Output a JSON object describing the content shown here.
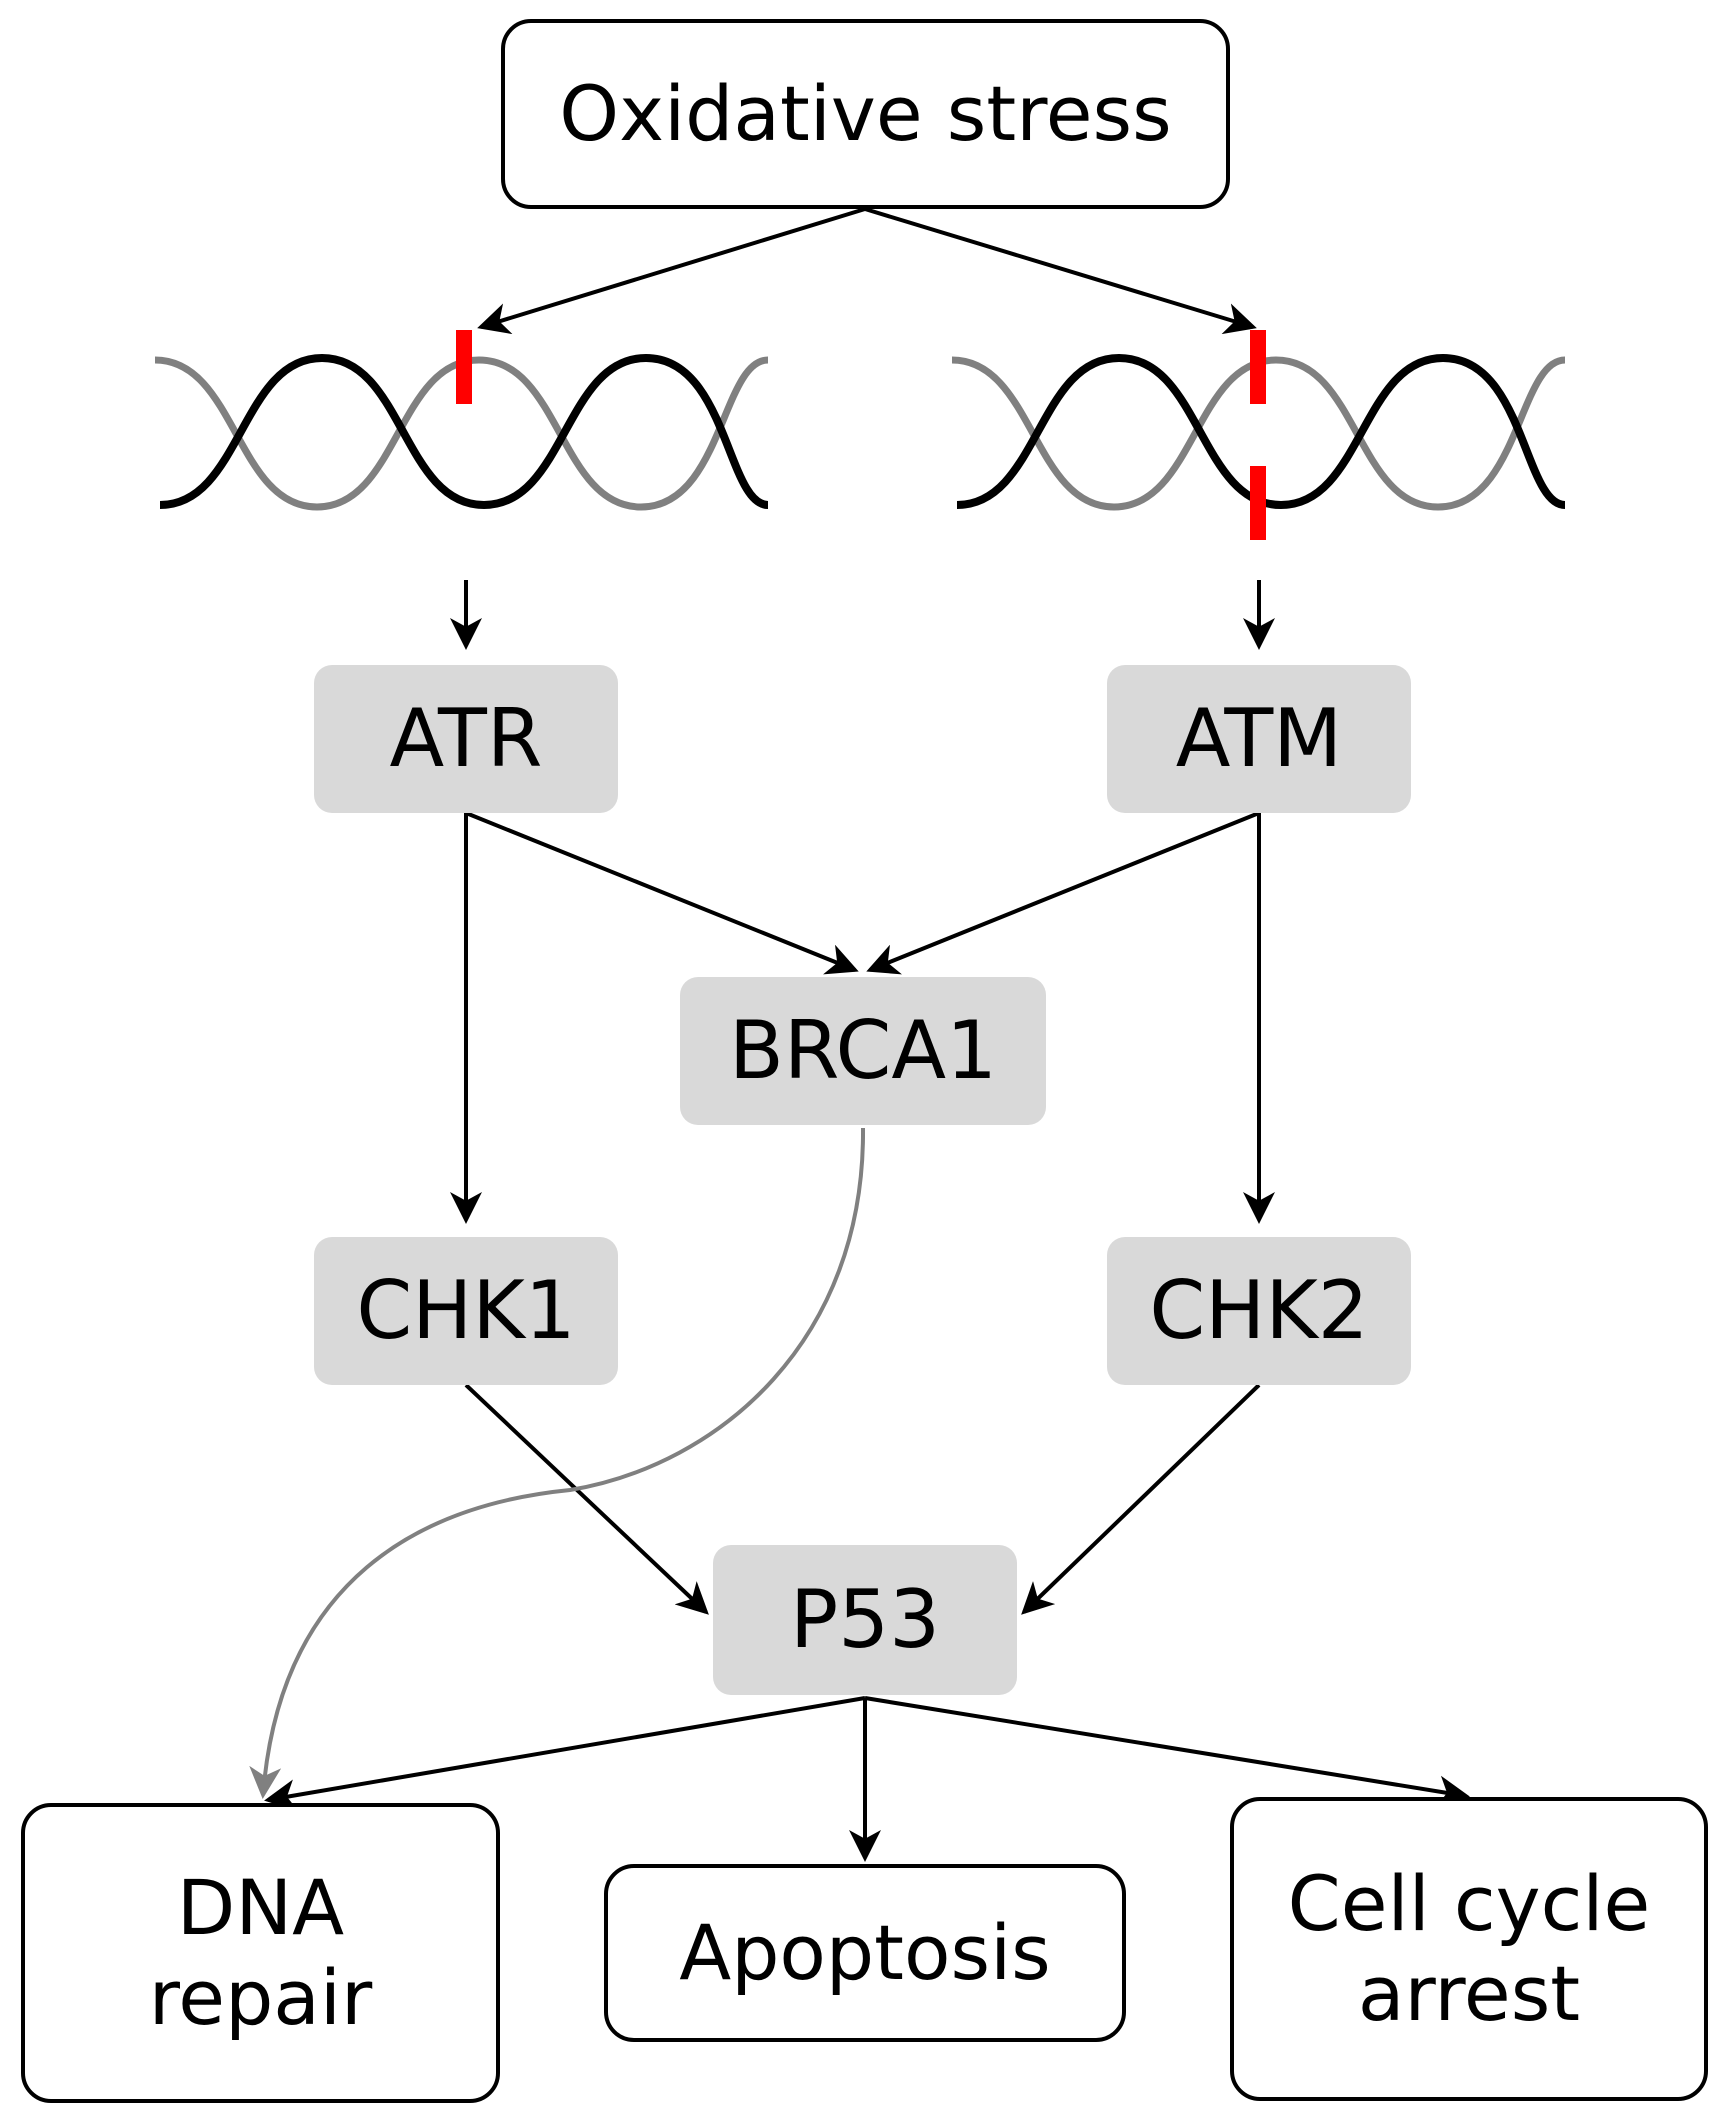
{
  "nodes": {
    "oxidative_stress": "Oxidative stress",
    "atr": "ATR",
    "atm": "ATM",
    "brca1": "BRCA1",
    "chk1": "CHK1",
    "chk2": "CHK2",
    "p53": "P53",
    "dna_repair": [
      "DNA",
      "repair"
    ],
    "apoptosis": "Apoptosis",
    "cell_cycle_arrest": [
      "Cell cycle",
      "arrest"
    ]
  },
  "edges": [
    {
      "from": "Oxidative stress",
      "to": "single-strand DNA damage"
    },
    {
      "from": "Oxidative stress",
      "to": "double-strand DNA damage"
    },
    {
      "from": "single-strand DNA damage",
      "to": "ATR"
    },
    {
      "from": "double-strand DNA damage",
      "to": "ATM"
    },
    {
      "from": "ATR",
      "to": "BRCA1"
    },
    {
      "from": "ATM",
      "to": "BRCA1"
    },
    {
      "from": "ATR",
      "to": "CHK1"
    },
    {
      "from": "ATM",
      "to": "CHK2"
    },
    {
      "from": "CHK1",
      "to": "P53"
    },
    {
      "from": "CHK2",
      "to": "P53"
    },
    {
      "from": "BRCA1",
      "to": "DNA repair"
    },
    {
      "from": "P53",
      "to": "DNA repair"
    },
    {
      "from": "P53",
      "to": "Apoptosis"
    },
    {
      "from": "P53",
      "to": "Cell cycle arrest"
    }
  ],
  "colors": {
    "arrow": "#000000",
    "brca1_arrow": "#808080",
    "strand_front": "#000000",
    "strand_back": "#808080",
    "damage_mark": "#ff0000",
    "protein_box": "#d9d9d9"
  }
}
